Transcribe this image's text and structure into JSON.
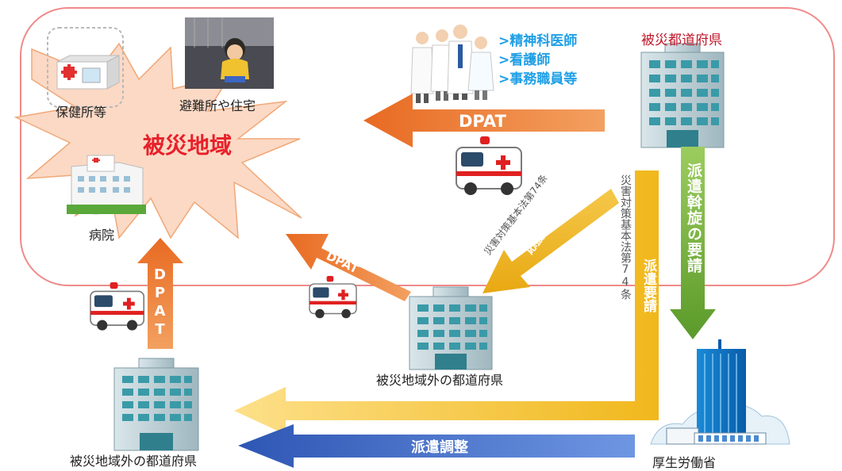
{
  "zone": {
    "title": "被災地域",
    "health_center": "保健所等",
    "shelter": "避難所や住宅",
    "hospital": "病院"
  },
  "staff": {
    "items": [
      ">精神科医師",
      ">看護師",
      ">事務職員等"
    ]
  },
  "orgs": {
    "affected_pref": "被災都道府県",
    "other_pref_mid": "被災地域外の都道府県",
    "other_pref_bottom": "被災地域外の都道府県",
    "ministry": "厚生労働省"
  },
  "arrows": {
    "dpat_top": "DPAT",
    "dpat_mid": "DPAT",
    "dpat_left": "DPAT",
    "request_mediation": "派遣斡旋の要請",
    "dispatch_request": "派遣要請",
    "dispatch_adjust": "派遣調整",
    "law_article_vertical": "災害対策基本法第74条",
    "law_article_diagonal": "災害対策基本法第74条",
    "response_request": "応援要請"
  },
  "colors": {
    "orange": "#EC7A3A",
    "yellow": "#F2BE1E",
    "green": "#6AA43A",
    "blue": "#3A66C4",
    "red_title": "#E8202A",
    "staff_blue": "#1FA0E6",
    "pref_title_red": "#C0182A"
  }
}
